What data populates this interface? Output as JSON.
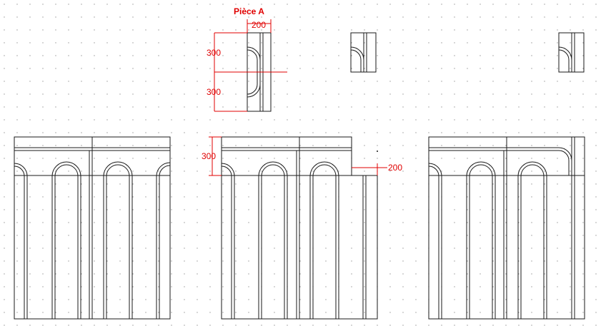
{
  "title": "Pièce A",
  "dimensions": {
    "piece_width": "200",
    "upper_height": "300",
    "lower_height": "300",
    "panel_height": "300",
    "panel_width": "200"
  },
  "colors": {
    "line": "#1a1a1a",
    "dimension": "#e00000",
    "grid_dot": "#9a9a9a",
    "background": "#ffffff"
  }
}
